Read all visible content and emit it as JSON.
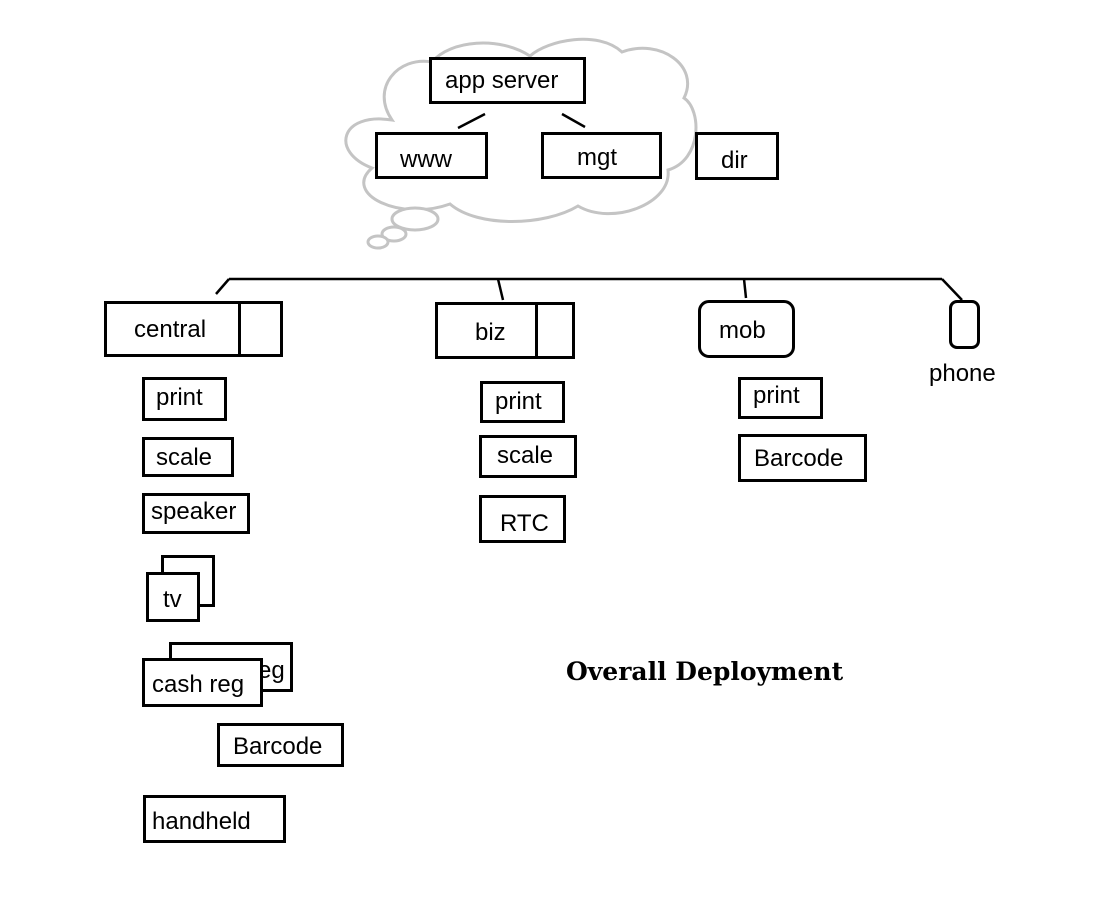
{
  "cloud": {
    "app_server": "app server",
    "www": "www",
    "mgt": "mgt",
    "dir": "dir"
  },
  "nodes": {
    "central": "central",
    "biz": "biz",
    "mob": "mob",
    "phone": "phone"
  },
  "central_devices": {
    "print": "print",
    "scale": "scale",
    "speaker": "speaker",
    "tv": "tv",
    "cash_reg": "cash reg",
    "cash_reg_back_fragment": "eg",
    "barcode": "Barcode",
    "handheld": "handheld"
  },
  "biz_devices": {
    "print": "print",
    "scale": "scale",
    "rtc": "RTC"
  },
  "mob_devices": {
    "print": "print",
    "barcode": "Barcode"
  },
  "title": "Overall Deployment"
}
